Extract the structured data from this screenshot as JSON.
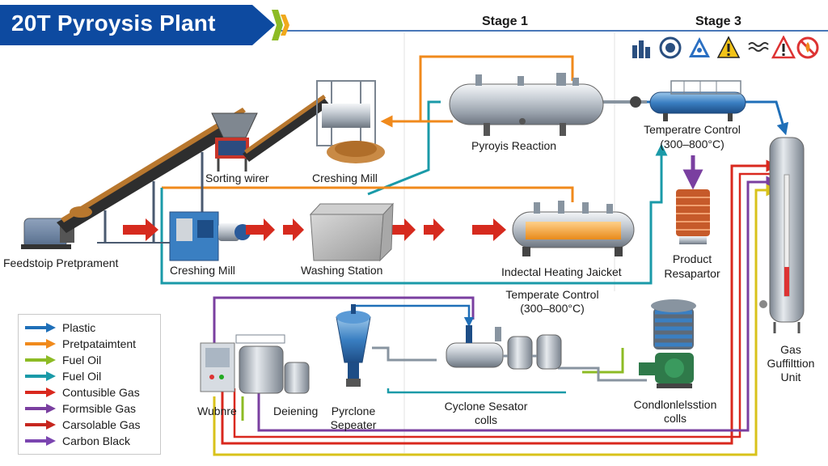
{
  "title": "20T Pyroysis Plant",
  "stages": {
    "stage1": "Stage 1",
    "stage3": "Stage 3"
  },
  "labels": {
    "feedstock": "Feedstoip Pretprament",
    "sorting": "Sorting wirer",
    "crushing_top": "Creshing Mill",
    "crushing_mid": "Creshing Mill",
    "washing": "Washing Station",
    "reaction": "Pyroyis Reaction",
    "temp_top_1": "Temperatre Control",
    "temp_top_2": "(300–800°C)",
    "heating": "Indectal Heating Jaicket",
    "product_1": "Product",
    "product_2": "Resapartor",
    "temp_mid_1": "Temperate Control",
    "temp_mid_2": "(300–800°C)",
    "gas_1": "Gas",
    "gas_2": "Guffilttion",
    "gas_3": "Unit",
    "wubnre": "Wubnre",
    "deiening": "Deiening",
    "pyrclone_1": "Pyrclone",
    "pyrclone_2": "Sepeater",
    "cyclone_1": "Cyclone Sesator",
    "cyclone_2": "colls",
    "condens_1": "Condlonlelsstion",
    "condens_2": "colls"
  },
  "legend": [
    {
      "label": "Plastic",
      "color": "#1f6fb8"
    },
    {
      "label": "Pretpataimtent",
      "color": "#f08a1c"
    },
    {
      "label": "Fuel Oil",
      "color": "#8dbb24"
    },
    {
      "label": "Fuel Oil",
      "color": "#1a9aa8"
    },
    {
      "label": "Contusible Gas",
      "color": "#d9281e"
    },
    {
      "label": "Formsible Gas",
      "color": "#7a3fa0"
    },
    {
      "label": "Carsolable Gas",
      "color": "#c6261e"
    },
    {
      "label": "Carbon Black",
      "color": "#7b45b0"
    }
  ],
  "colors": {
    "title_band": "#0d4aa0",
    "flow_arrow": "#d62a1e",
    "orange": "#f08a1c",
    "teal": "#1a9aa8",
    "blue": "#1f6fb8",
    "green": "#8dbb24",
    "red": "#d9281e",
    "purple": "#7a3fa0",
    "yellow": "#d8c21a"
  },
  "icons": [
    "hazard-factory-icon",
    "no-fire-icon",
    "flammable-warning-icon",
    "caution-warning-icon",
    "vapor-icon",
    "toxic-warning-icon",
    "no-flame-icon"
  ]
}
